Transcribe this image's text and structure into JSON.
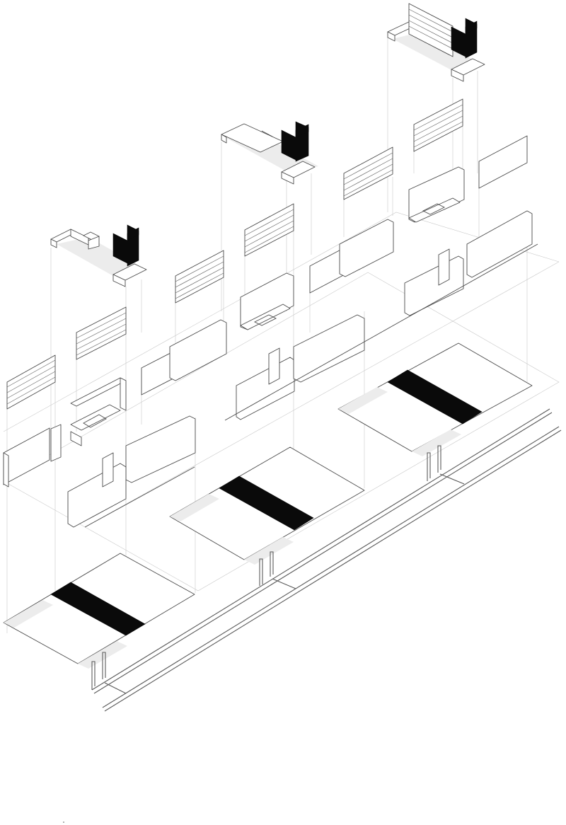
{
  "diagram": {
    "kind": "exploded axonometric architectural drawing",
    "units": 3,
    "layers": [
      "fixture-clusters",
      "louvered-panels",
      "partition-walls",
      "floor-plates",
      "service-pipes"
    ],
    "colors": {
      "line": "#4a4a4a",
      "guide": "#c9c9c9",
      "fill-black": "#0a0a0a",
      "shade": "#ececec",
      "background": "#ffffff"
    }
  }
}
